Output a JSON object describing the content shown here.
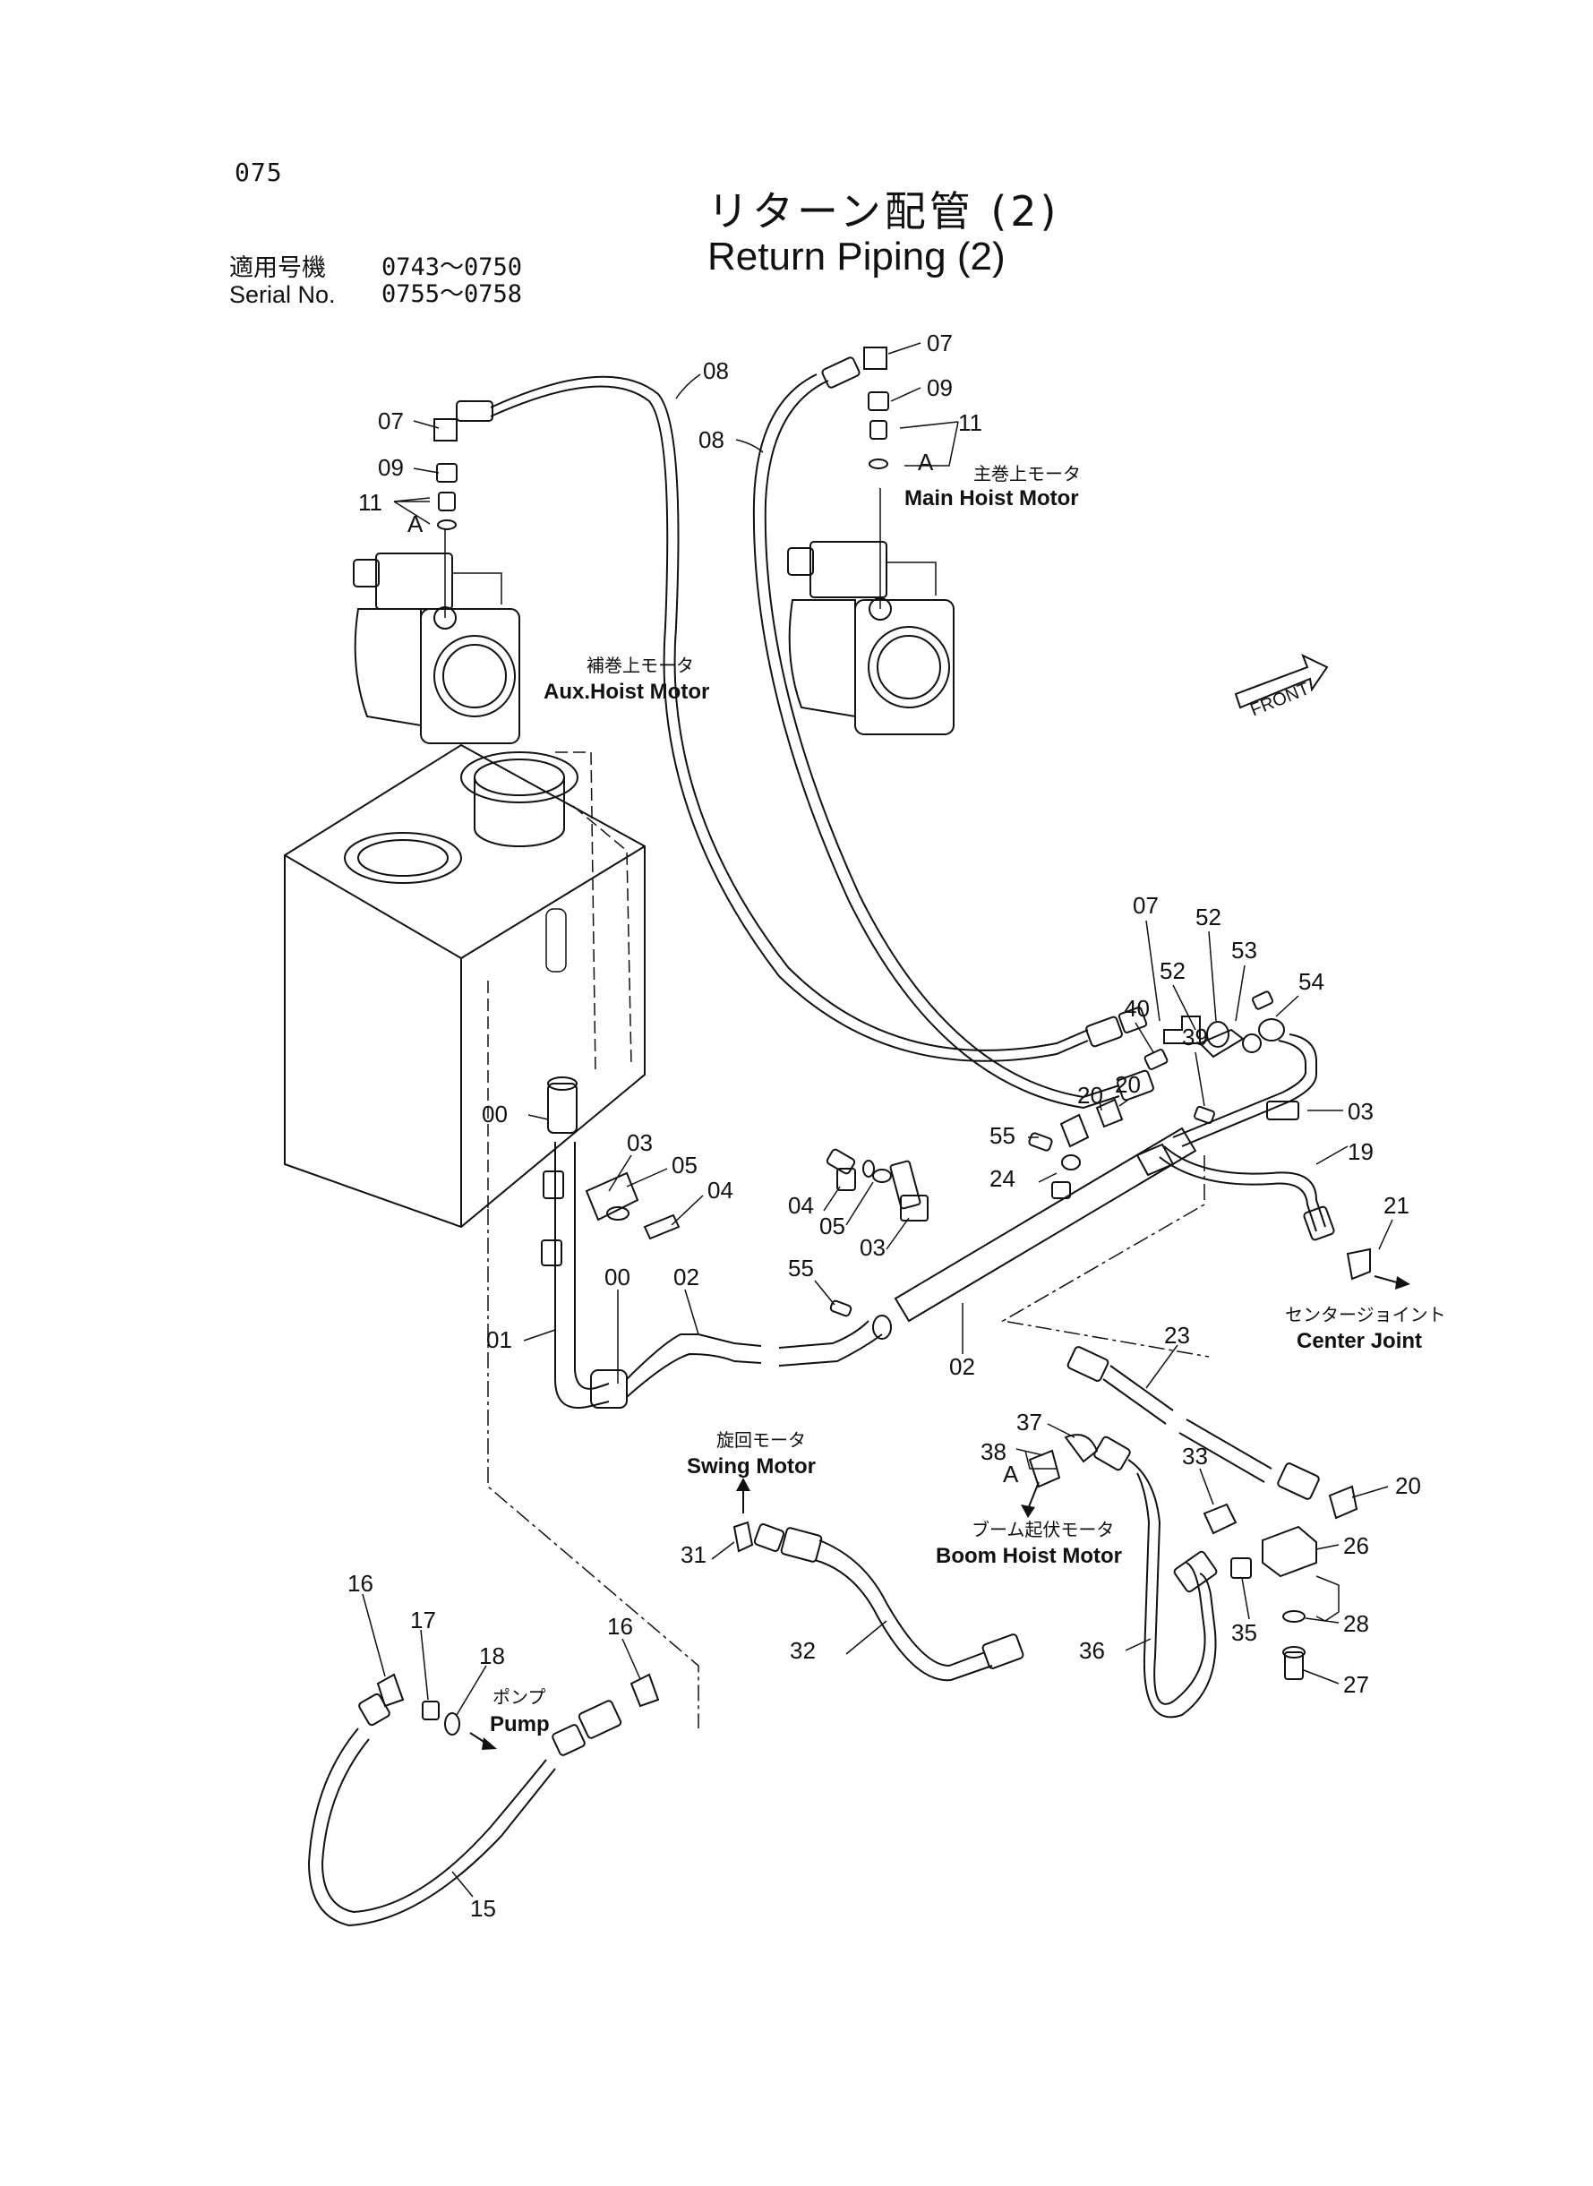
{
  "header": {
    "page_number": "075",
    "title_jp": "リターン配管 (2)",
    "title_en": "Return Piping (2)",
    "serial_label_jp": "適用号機",
    "serial_label_en": "Serial No.",
    "serial_range_1": "0743～0750",
    "serial_range_2": "0755～0758"
  },
  "labels": {
    "main_hoist_jp": "主巻上モータ",
    "main_hoist_en": "Main Hoist Motor",
    "aux_hoist_jp": "補巻上モータ",
    "aux_hoist_en": "Aux.Hoist Motor",
    "front": "FRONT",
    "center_joint_jp": "センタージョイント",
    "center_joint_en": "Center Joint",
    "swing_motor_jp": "旋回モータ",
    "swing_motor_en": "Swing  Motor",
    "boom_hoist_jp": "ブーム起伏モータ",
    "boom_hoist_en": "Boom Hoist Motor",
    "pump_jp": "ポンプ",
    "pump_en": "Pump"
  },
  "callouts": {
    "c07a": "07",
    "c09a": "09",
    "c11a": "11",
    "cAa": "A",
    "c08a": "08",
    "c08b": "08",
    "c07b": "07",
    "c09b": "09",
    "c11b": "11",
    "cAb": "A",
    "c07c": "07",
    "c52a": "52",
    "c53": "53",
    "c52b": "52",
    "c54": "54",
    "c40": "40",
    "c39": "39",
    "c03a": "03",
    "c20a": "20",
    "c20b": "20",
    "c19": "19",
    "c55a": "55",
    "c24": "24",
    "c21": "21",
    "c00a": "00",
    "c03b": "03",
    "c05a": "05",
    "c04a": "04",
    "c04b": "04",
    "c05b": "05",
    "c03c": "03",
    "c01": "01",
    "c00b": "00",
    "c02a": "02",
    "c55b": "55",
    "c02b": "02",
    "c23": "23",
    "c37": "37",
    "c38": "38",
    "cAc": "A",
    "c33": "33",
    "c20c": "20",
    "c31": "31",
    "c26": "26",
    "c32": "32",
    "c35": "35",
    "c28": "28",
    "c36": "36",
    "c27": "27",
    "c16a": "16",
    "c17": "17",
    "c18": "18",
    "c16b": "16",
    "c15": "15"
  }
}
